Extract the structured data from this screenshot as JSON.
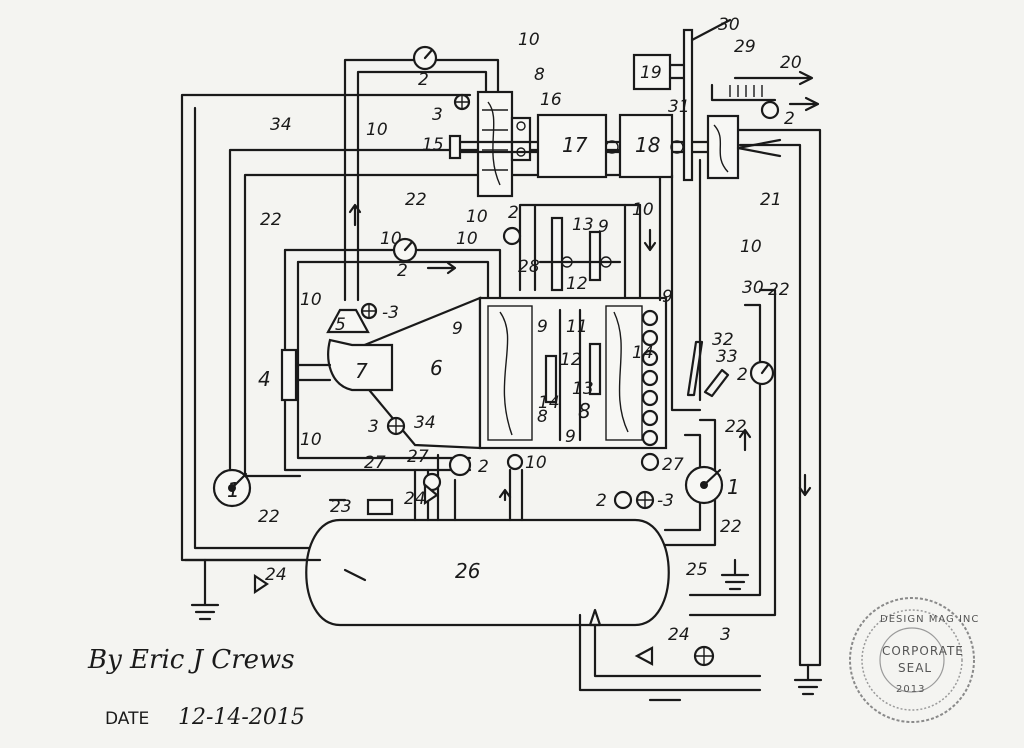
{
  "diagram": {
    "labels": {
      "l1a": "1",
      "l1b": "1",
      "l2a": "2",
      "l2b": "2",
      "l2c": "2",
      "l2d": "2",
      "l2e": "2",
      "l2f": "2",
      "l2g": "2",
      "l3a": "3",
      "l3b": "-3",
      "l3c": "3",
      "l3d": "-3",
      "l3e": "3",
      "l4": "4",
      "l5": "5",
      "l6": "6",
      "l7": "7",
      "l8a": "8",
      "l8b": "8",
      "l8c": "8",
      "l9a": "9",
      "l9b": "9",
      "l9c": "9",
      "l9d": "9",
      "l9e": "9",
      "l10a": "10",
      "l10b": "10",
      "l10c": "10",
      "l10d": "10",
      "l10e": "10",
      "l10f": "10",
      "l10g": "10",
      "l10h": "10",
      "l10i": "10",
      "l10j": "10",
      "l11": "11",
      "l12a": "12",
      "l12b": "12",
      "l13a": "13",
      "l13b": "13",
      "l14a": "14",
      "l14b": "14",
      "l15": "15",
      "l16": "16",
      "l17": "17",
      "l18": "18",
      "l19": "19",
      "l20": "20",
      "l21": "21",
      "l22a": "22",
      "l22b": "22",
      "l22c": "22",
      "l22d": "22",
      "l22e": "22",
      "l22f": "22",
      "l23": "23",
      "l24a": "24",
      "l24b": "24",
      "l24c": "24",
      "l25": "25",
      "l26": "26",
      "l27a": "27",
      "l27b": "27",
      "l27c": "27",
      "l28": "28",
      "l29": "29",
      "l30a": "30",
      "l30b": "30",
      "l31": "31",
      "l32": "32",
      "l33": "33",
      "l34a": "34",
      "l34b": "34"
    },
    "signature": "By Eric J Crews",
    "date_label": "DATE",
    "date_value": "12-14-2015",
    "seal": {
      "line1": "DESIGN MAG INC",
      "line2": "CORPORATE",
      "line3": "SEAL",
      "line4": "2013"
    }
  }
}
